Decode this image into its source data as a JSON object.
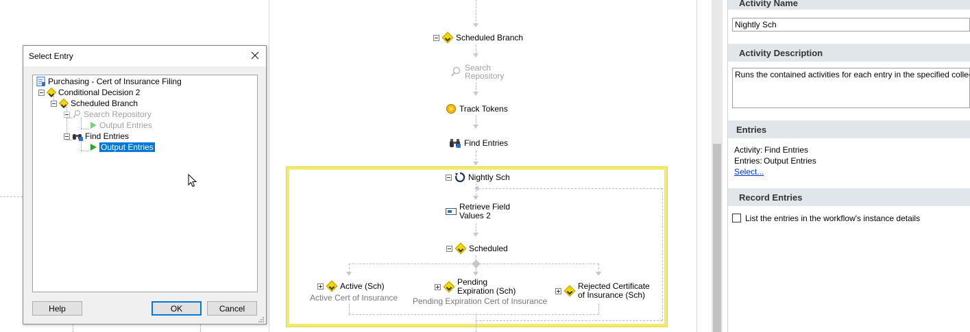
{
  "dialog": {
    "title": "Select Entry",
    "tree": [
      {
        "label": "Purchasing - Cert of Insurance Filing",
        "icon": "workflow-icon",
        "dim": false,
        "selected": false
      },
      {
        "label": "Conditional Decision 2",
        "icon": "decision-icon",
        "dim": false,
        "selected": false
      },
      {
        "label": "Scheduled Branch",
        "icon": "decision-icon",
        "dim": false,
        "selected": false
      },
      {
        "label": "Search Repository",
        "icon": "search-icon",
        "dim": true,
        "selected": false
      },
      {
        "label": "Output Entries",
        "icon": "play-icon",
        "dim": true,
        "selected": false
      },
      {
        "label": "Find Entries",
        "icon": "binoculars-icon",
        "dim": false,
        "selected": false
      },
      {
        "label": "Output Entries",
        "icon": "play-icon",
        "dim": false,
        "selected": true
      }
    ],
    "buttons": {
      "help": "Help",
      "ok": "OK",
      "cancel": "Cancel"
    }
  },
  "designer": {
    "nodes": {
      "scheduled_branch": "Scheduled Branch",
      "search_repository_1": "Search",
      "search_repository_2": "Repository",
      "track_tokens": "Track Tokens",
      "find_entries": "Find Entries",
      "nightly_sch": "Nightly Sch",
      "retrieve_field_1": "Retrieve Field",
      "retrieve_field_2": "Values 2",
      "scheduled": "Scheduled",
      "active_sch": "Active (Sch)",
      "active_sub": "Active Cert of Insurance",
      "pending_1": "Pending",
      "pending_2": "Expiration (Sch)",
      "pending_sub": "Pending Expiration Cert of Insurance",
      "rejected_1": "Rejected Certificate",
      "rejected_2": "of Insurance (Sch)"
    }
  },
  "panel": {
    "activity_name_header": "Activity Name",
    "activity_name_value": "Nightly Sch",
    "activity_description_header": "Activity Description",
    "activity_description_value": "Runs the contained activities for each entry in the specified collection of e",
    "entries_header": "Entries",
    "entries_activity_label": "Activity:",
    "entries_activity_value": "Find Entries",
    "entries_entries_label": "Entries:",
    "entries_entries_value": "Output Entries",
    "select_link": "Select...",
    "record_entries_header": "Record Entries",
    "record_checkbox_label": "List the entries in the workflow's instance details",
    "record_checkbox_checked": false
  },
  "colors": {
    "selection": "#0078d7",
    "highlight": "#f2ec6e",
    "section_header": "#e1e6eb",
    "link": "#0033cc"
  }
}
